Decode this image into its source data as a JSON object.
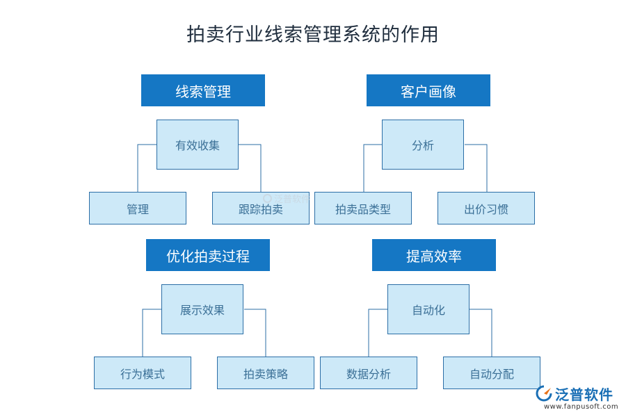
{
  "title": "拍卖行业线索管理系统的作用",
  "sections": [
    {
      "header": "线索管理",
      "parent": "有效收集",
      "children": [
        "管理",
        "跟踪拍卖"
      ]
    },
    {
      "header": "客户画像",
      "parent": "分析",
      "children": [
        "拍卖品类型",
        "出价习惯"
      ]
    },
    {
      "header": "优化拍卖过程",
      "parent": "展示效果",
      "children": [
        "行为模式",
        "拍卖策略"
      ]
    },
    {
      "header": "提高效率",
      "parent": "自动化",
      "children": [
        "数据分析",
        "自动分配"
      ]
    }
  ],
  "watermark": "泛普软件",
  "logo": {
    "name": "泛普软件",
    "url": "www.fanpusoft.com"
  },
  "colors": {
    "header": "#1577c4",
    "node_fill": "#cde9f8",
    "node_border": "#2b6ea6",
    "node_text": "#3a6f96"
  }
}
